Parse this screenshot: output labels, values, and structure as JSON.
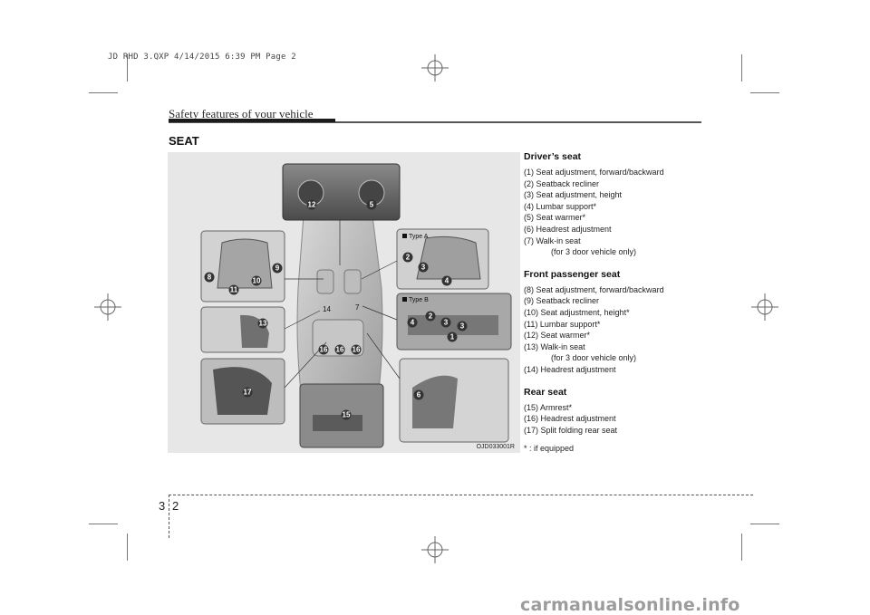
{
  "slug": "JD RHD 3.QXP  4/14/2015  6:39 PM  Page 2",
  "header": {
    "title": "Safety features of your vehicle"
  },
  "section": {
    "title": "SEAT"
  },
  "figure": {
    "code": "OJD033001R",
    "type_a": "Type A",
    "type_b": "Type B",
    "callouts": [
      "12",
      "5",
      "8",
      "10",
      "9",
      "11",
      "13",
      "14",
      "7",
      "16",
      "16",
      "16",
      "17",
      "15",
      "2",
      "3",
      "4",
      "4",
      "2",
      "3",
      "3",
      "1",
      "6"
    ]
  },
  "drivers_seat": {
    "title": "Driver’s seat",
    "items": [
      "(1) Seat adjustment, forward/backward",
      "(2) Seatback recliner",
      "(3) Seat adjustment, height",
      "(4) Lumbar support*",
      "(5) Seat warmer*",
      "(6) Headrest adjustment",
      "(7) Walk-in seat"
    ],
    "item7_sub": "(for 3 door vehicle only)"
  },
  "front_passenger_seat": {
    "title": "Front passenger seat",
    "items": [
      "(8) Seat adjustment, forward/backward",
      "(9) Seatback recliner",
      "(10) Seat adjustment, height*",
      "(11) Lumbar support*",
      "(12) Seat warmer*",
      "(13) Walk-in seat"
    ],
    "item13_sub": "(for 3 door vehicle only)",
    "item14": "(14) Headrest adjustment"
  },
  "rear_seat": {
    "title": "Rear seat",
    "items": [
      "(15) Armrest*",
      "(16) Headrest adjustment",
      "(17) Split folding rear seat"
    ]
  },
  "footnote": "* : if equipped",
  "page": {
    "chapter": "3",
    "number": "2"
  },
  "watermark": "carmanualsonline.info"
}
